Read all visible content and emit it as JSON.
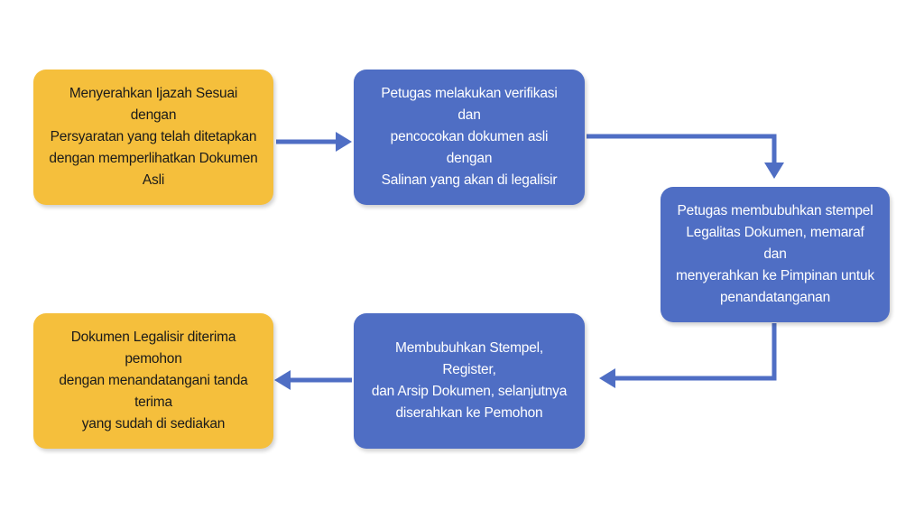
{
  "colors": {
    "yellow": "#f5bf3c",
    "blue": "#4f6ec4",
    "arrow": "#4f6ec4"
  },
  "steps": [
    {
      "id": "step1",
      "color": "yellow",
      "text": "Menyerahkan Ijazah Sesuai dengan\nPersyaratan yang telah ditetapkan\ndengan memperlihatkan Dokumen Asli"
    },
    {
      "id": "step2",
      "color": "blue",
      "text": "Petugas melakukan verifikasi dan\npencocokan dokumen asli dengan\nSalinan yang akan di legalisir"
    },
    {
      "id": "step3",
      "color": "blue",
      "text": "Petugas membubuhkan stempel\nLegalitas Dokumen, memaraf dan\nmenyerahkan ke Pimpinan untuk\npenandatanganan"
    },
    {
      "id": "step4",
      "color": "blue",
      "text": "Membubuhkan Stempel, Register,\ndan Arsip Dokumen, selanjutnya\ndiserahkan ke Pemohon"
    },
    {
      "id": "step5",
      "color": "yellow",
      "text": "Dokumen Legalisir diterima pemohon\ndengan menandatangani tanda terima\nyang sudah di sediakan"
    }
  ],
  "connectors": [
    {
      "from": "step1",
      "to": "step2"
    },
    {
      "from": "step2",
      "to": "step3"
    },
    {
      "from": "step3",
      "to": "step4"
    },
    {
      "from": "step4",
      "to": "step5"
    }
  ]
}
